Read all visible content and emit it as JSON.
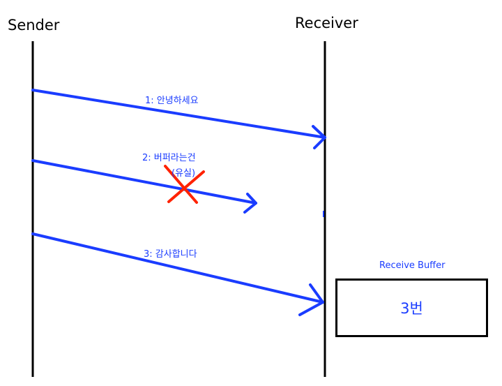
{
  "participants": {
    "sender": "Sender",
    "receiver": "Receiver"
  },
  "messages": [
    {
      "label": "1:  안녕하세요",
      "status": "delivered"
    },
    {
      "label": "2:  버퍼라는건",
      "note": "(유실)",
      "status": "lost"
    },
    {
      "label": "3:  감사합니다",
      "status": "delivered"
    }
  ],
  "buffer": {
    "title": "Receive Buffer",
    "content": "3번"
  },
  "colors": {
    "arrow": "#1a3cff",
    "lost_mark": "#ff2200",
    "lifeline": "#000000"
  }
}
